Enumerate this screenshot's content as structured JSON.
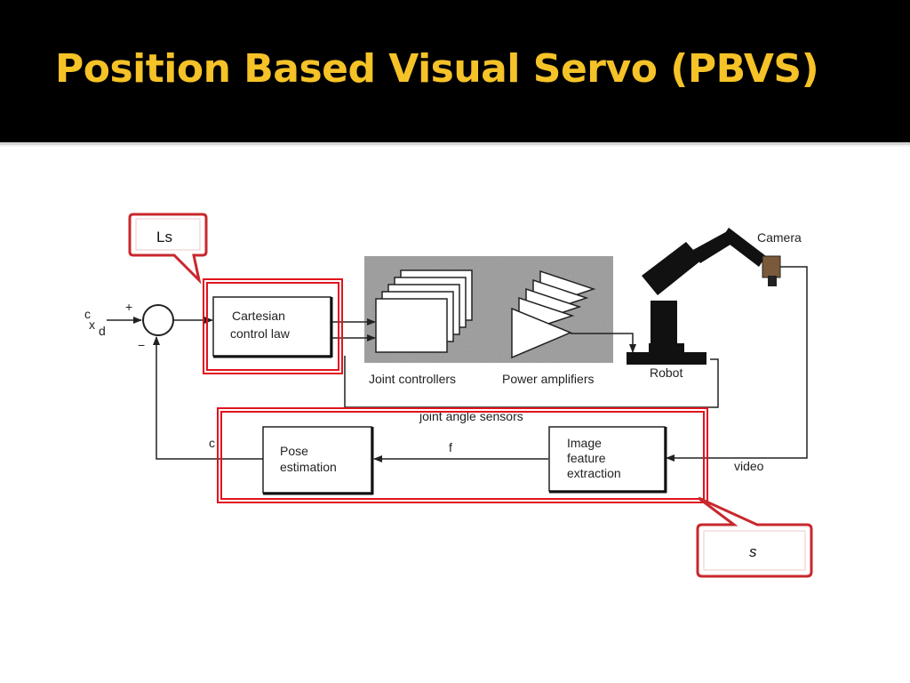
{
  "slide": {
    "title": "Position Based Visual Servo (PBVS)"
  },
  "colors": {
    "title_bar": "#000000",
    "title_text": "#f5c227",
    "highlight": "#e0141e",
    "callout_border": "#c8282d"
  },
  "diagram": {
    "input_symbol": "x",
    "input_superscript": "c",
    "input_subscript": "d",
    "sum_plus": "+",
    "sum_minus": "−",
    "cartesian_line1": "Cartesian",
    "cartesian_line2": "control law",
    "joint_controllers": "Joint controllers",
    "power_amplifiers": "Power amplifiers",
    "robot": "Robot",
    "camera": "Camera",
    "joint_angle_sensors": "joint angle sensors",
    "pose_line1": "Pose",
    "pose_line2": "estimation",
    "feature_line1": "Image",
    "feature_line2": "feature",
    "feature_line3": "extraction",
    "feature_signal": "f",
    "video": "video",
    "pose_output_label": "c"
  },
  "callouts": {
    "ls": "Ls",
    "s": "s"
  }
}
